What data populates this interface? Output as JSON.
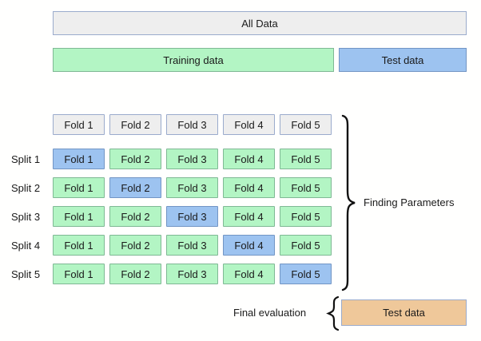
{
  "overview": {
    "all_data_label": "All Data",
    "training_label": "Training data",
    "test_label": "Test data"
  },
  "folds": {
    "headers": [
      "Fold 1",
      "Fold 2",
      "Fold 3",
      "Fold 4",
      "Fold 5"
    ]
  },
  "splits": [
    {
      "label": "Split 1",
      "cells": [
        {
          "text": "Fold 1",
          "role": "validation"
        },
        {
          "text": "Fold 2",
          "role": "training"
        },
        {
          "text": "Fold 3",
          "role": "training"
        },
        {
          "text": "Fold 4",
          "role": "training"
        },
        {
          "text": "Fold 5",
          "role": "training"
        }
      ]
    },
    {
      "label": "Split 2",
      "cells": [
        {
          "text": "Fold 1",
          "role": "training"
        },
        {
          "text": "Fold 2",
          "role": "validation"
        },
        {
          "text": "Fold 3",
          "role": "training"
        },
        {
          "text": "Fold 4",
          "role": "training"
        },
        {
          "text": "Fold 5",
          "role": "training"
        }
      ]
    },
    {
      "label": "Split 3",
      "cells": [
        {
          "text": "Fold 1",
          "role": "training"
        },
        {
          "text": "Fold 2",
          "role": "training"
        },
        {
          "text": "Fold 3",
          "role": "validation"
        },
        {
          "text": "Fold 4",
          "role": "training"
        },
        {
          "text": "Fold 5",
          "role": "training"
        }
      ]
    },
    {
      "label": "Split 4",
      "cells": [
        {
          "text": "Fold 1",
          "role": "training"
        },
        {
          "text": "Fold 2",
          "role": "training"
        },
        {
          "text": "Fold 3",
          "role": "training"
        },
        {
          "text": "Fold 4",
          "role": "validation"
        },
        {
          "text": "Fold 5",
          "role": "training"
        }
      ]
    },
    {
      "label": "Split 5",
      "cells": [
        {
          "text": "Fold 1",
          "role": "training"
        },
        {
          "text": "Fold 2",
          "role": "training"
        },
        {
          "text": "Fold 3",
          "role": "training"
        },
        {
          "text": "Fold 4",
          "role": "training"
        },
        {
          "text": "Fold 5",
          "role": "validation"
        }
      ]
    }
  ],
  "annotations": {
    "finding_parameters": "Finding Parameters",
    "final_evaluation": "Final evaluation",
    "final_test_label": "Test data"
  },
  "colors": {
    "training_green": "#b3f5c4",
    "validation_blue": "#9dc3f0",
    "neutral_gray": "#eeeeee",
    "final_test_tan": "#efc89a",
    "border_blue_gray": "#9aabcc"
  }
}
